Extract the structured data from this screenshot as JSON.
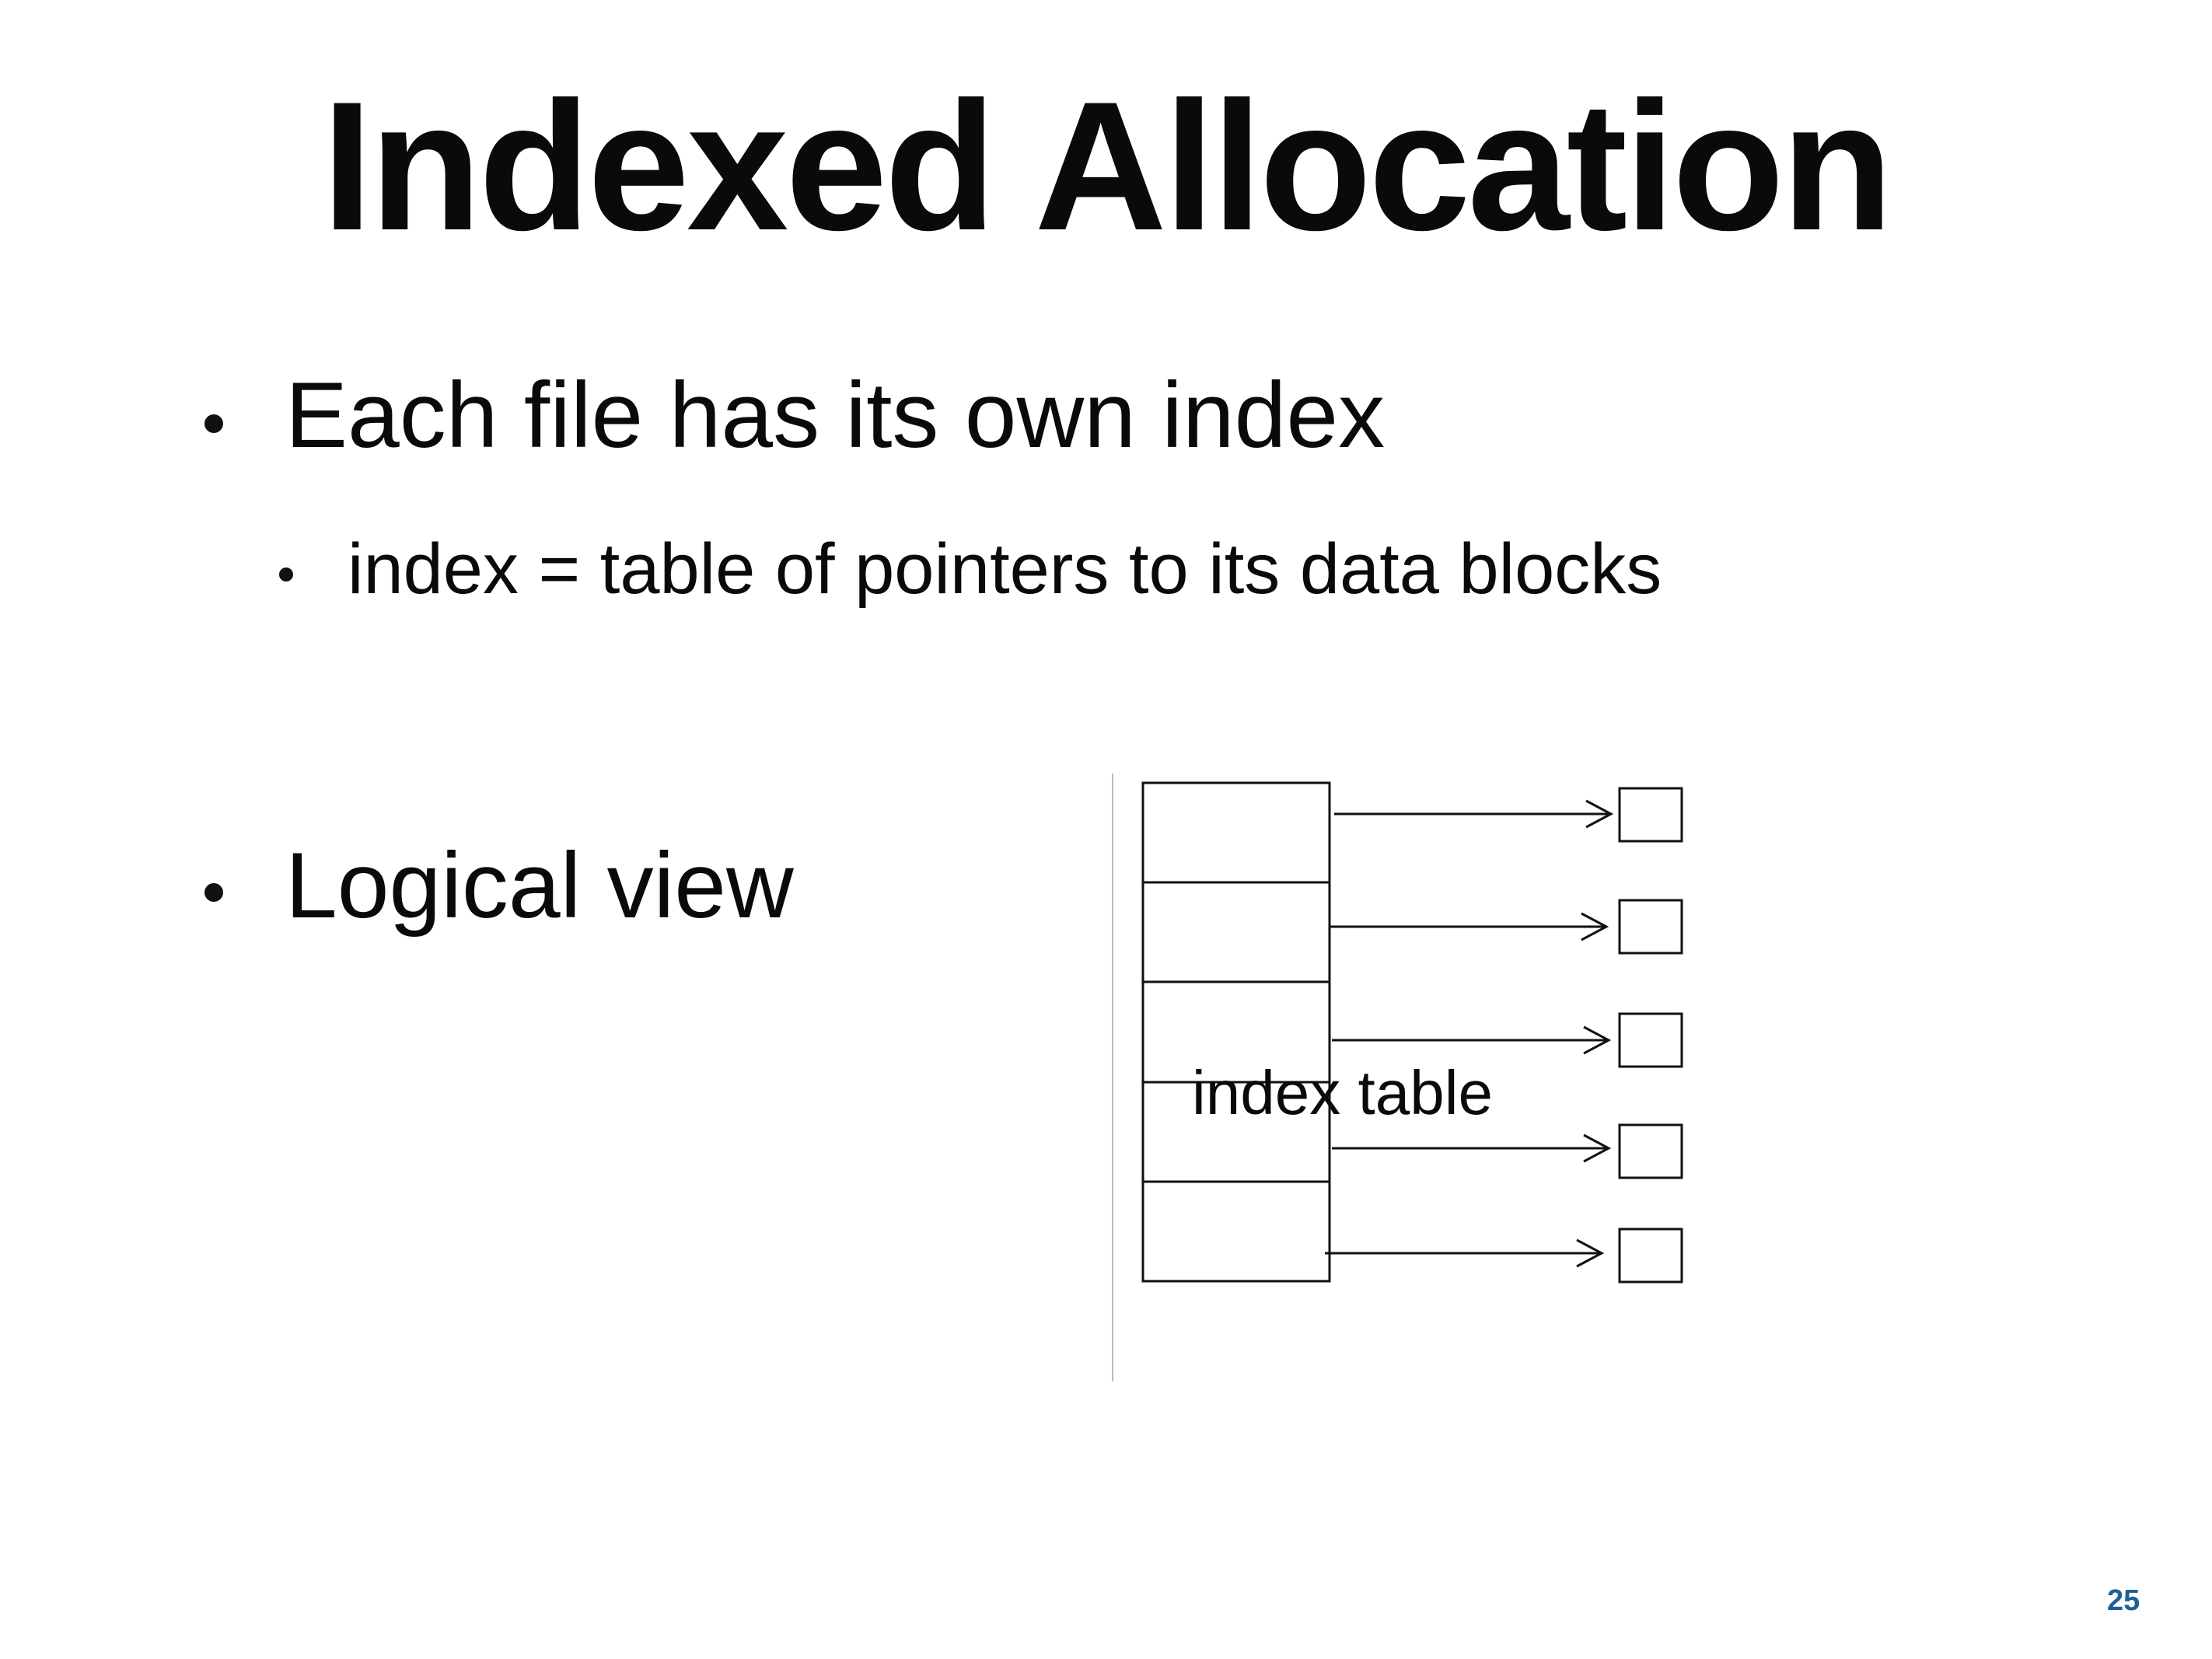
{
  "slide": {
    "title": "Indexed Allocation",
    "bullets": [
      {
        "text": "Each file has its own index",
        "sub": [
          "index = table of pointers to its data blocks"
        ]
      },
      {
        "text": "Logical view"
      }
    ],
    "diagram": {
      "label": "index table",
      "index_entries": 5,
      "data_blocks": 5
    },
    "page_number": "25",
    "colors": {
      "page_number": "#1f5f96",
      "text": "#0a0a0a"
    }
  }
}
